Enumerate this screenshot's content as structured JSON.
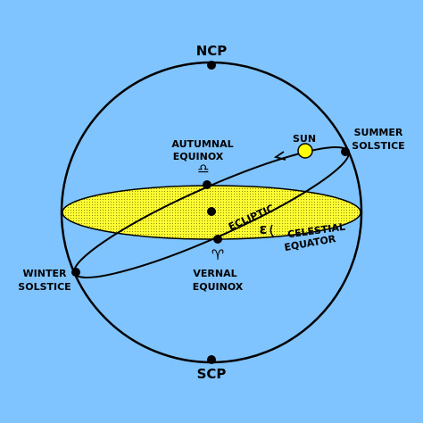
{
  "colors": {
    "background": "#80c4ff",
    "equator_plane": "#ffff33",
    "sun": "#ffff00",
    "lines": "#000000"
  },
  "labels": {
    "ncp": "NCP",
    "scp": "SCP",
    "sun": "SUN",
    "summer_solstice_1": "SUMMER",
    "summer_solstice_2": "SOLSTICE",
    "winter_solstice_1": "WINTER",
    "winter_solstice_2": "SOLSTICE",
    "autumnal_equinox_1": "AUTUMNAL",
    "autumnal_equinox_2": "EQUINOX",
    "vernal_equinox_1": "VERNAL",
    "vernal_equinox_2": "EQUINOX",
    "ecliptic": "ECLIPTIC",
    "celestial_equator_1": "CELESTIAL",
    "celestial_equator_2": "EQUATOR",
    "epsilon": "ε",
    "aries_symbol": "♈",
    "libra_symbol": "♎"
  },
  "icons": [
    "sun-icon",
    "aries-symbol",
    "libra-symbol",
    "direction-arrow-icon"
  ]
}
